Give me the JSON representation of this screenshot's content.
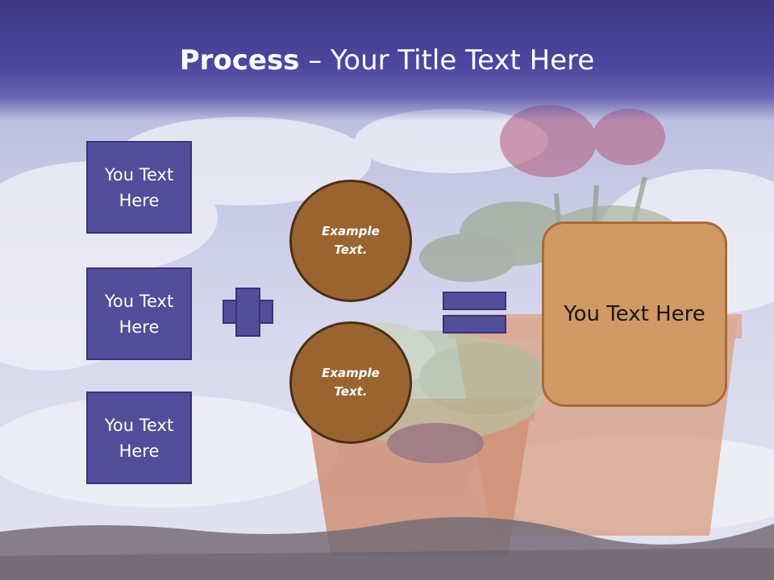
{
  "title": {
    "bold": "Process",
    "rest": " – Your Title Text Here"
  },
  "left_boxes": [
    {
      "line1": "You Text",
      "line2": "Here"
    },
    {
      "line1": "You Text",
      "line2": "Here"
    },
    {
      "line1": "You Text",
      "line2": "Here"
    }
  ],
  "circles": [
    {
      "line1": "Example",
      "line2": "Text."
    },
    {
      "line1": "Example",
      "line2": "Text."
    }
  ],
  "result": {
    "label": "You Text Here"
  },
  "icons": {
    "operator_1": "plus-icon",
    "operator_2": "equals-icon"
  },
  "colors": {
    "header": "#463f90",
    "box_fill": "#544d9a",
    "circle_fill": "#9a6431",
    "result_fill": "#cf9966"
  }
}
